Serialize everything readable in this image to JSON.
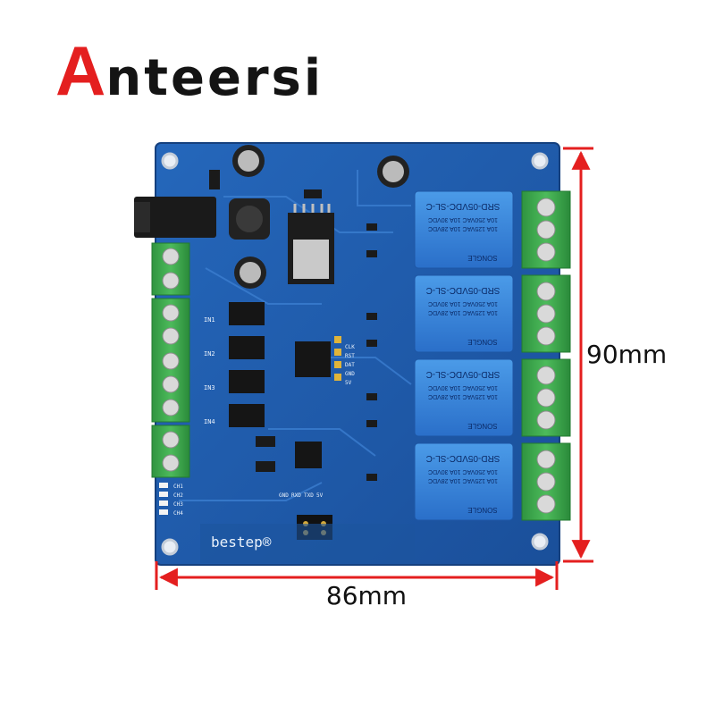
{
  "brand": {
    "first_letter": "A",
    "rest": "nteersi"
  },
  "dimensions": {
    "width": "86mm",
    "height": "90mm"
  },
  "board": {
    "maker": "bestep®",
    "relay_model": "SRD-05VDC-SL-C",
    "relay_ratings": [
      "10A 250VAC 10A 30VDC",
      "10A 125VAC 10A 28VDC"
    ],
    "relay_brand": "SONGLE",
    "pin_labels_header": [
      "5V",
      "GND",
      "DAT",
      "RST",
      "CLK"
    ],
    "pin_labels_uart": [
      "GND",
      "RXD",
      "TXD",
      "5V"
    ],
    "input_labels": [
      "IN1",
      "IN2",
      "IN3",
      "IN4"
    ],
    "channel_labels": [
      "CH1",
      "CH2",
      "CH3",
      "CH4"
    ]
  },
  "colors": {
    "brand_red": "#e41f1f",
    "pcb_blue": "#1f5fb0",
    "terminal_green": "#3aa64a",
    "relay_blue": "#2f7fd8",
    "dimension_red": "#e41f1f"
  }
}
